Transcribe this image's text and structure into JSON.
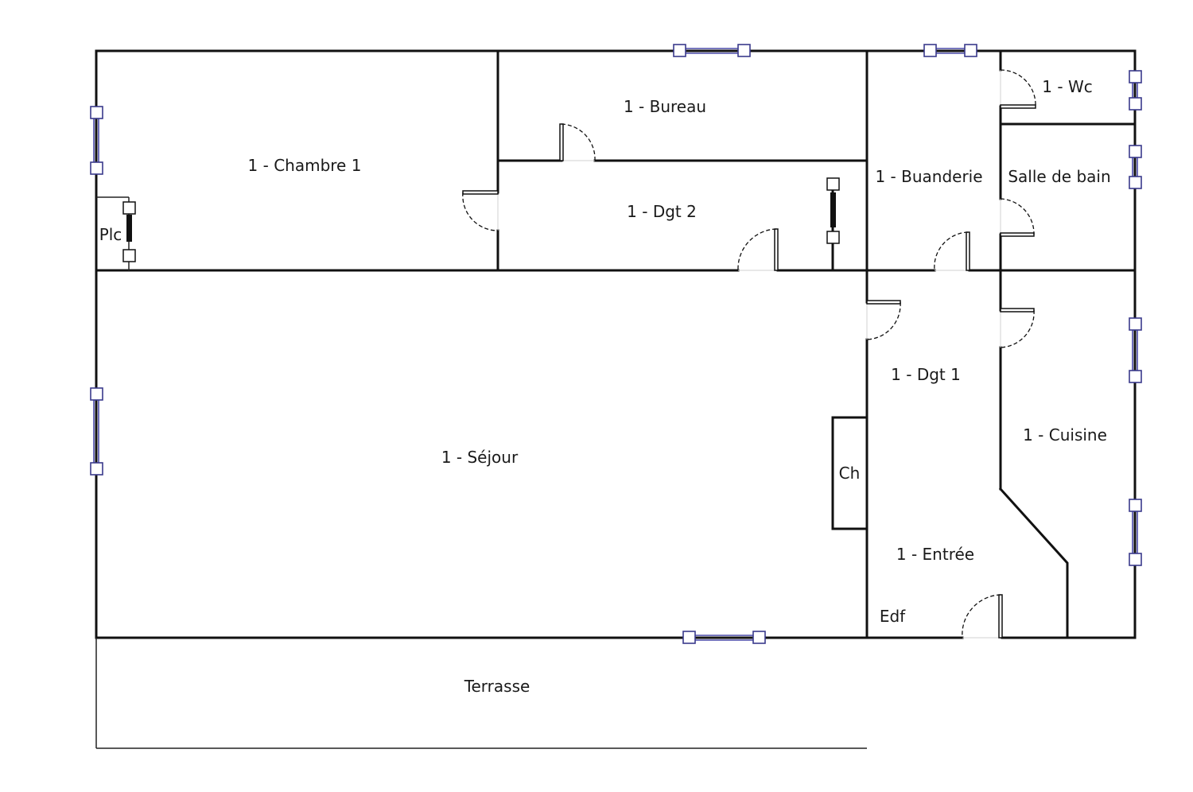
{
  "rooms": {
    "chambre": "1 - Chambre 1",
    "bureau": "1 - Bureau",
    "wc": "1 - Wc",
    "buanderie": "1 - Buanderie",
    "salle_de_bain": "Salle de bain",
    "dgt2": "1 - Dgt 2",
    "plc": "Plc",
    "sejour": "1 - Séjour",
    "dgt1": "1 - Dgt 1",
    "cuisine": "1 - Cuisine",
    "ch": "Ch",
    "entree": "1 - Entrée",
    "edf": "Edf",
    "terrasse": "Terrasse"
  },
  "colors": {
    "wall": "#111111",
    "window": "#3a3a8c",
    "background": "#ffffff"
  }
}
